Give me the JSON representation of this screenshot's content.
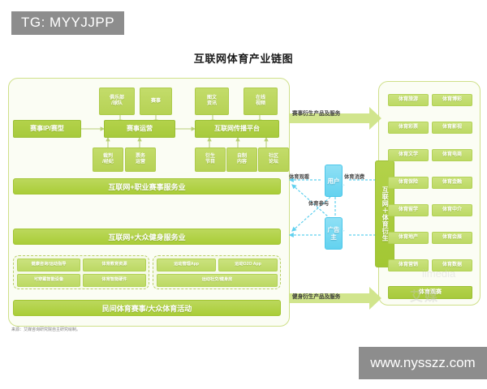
{
  "overlay": {
    "tg_badge": "TG: MYYJJPP",
    "url_badge": "www.nysszz.com",
    "ghost_watermark": "艾媒",
    "ghost_watermark2": "iimedia"
  },
  "title": "互联网体育产业链图",
  "source_note": "来源：艾媒咨询研究院自主研究绘制。",
  "colors": {
    "green_primary": "#a7ca3d",
    "green_light": "#c3dc6a",
    "green_banner": "#aacd38",
    "cyan": "#63d2ef",
    "panel_border": "#cfe08a",
    "badge_gray": "#8d8d8d"
  },
  "left_panel": {
    "top_row": [
      {
        "label": "俱乐部\n/球队"
      },
      {
        "label": "赛事"
      },
      {
        "label": "图文\n资讯"
      },
      {
        "label": "在线\n视频"
      }
    ],
    "mid_row": [
      {
        "label": "赛事IP/赛型"
      },
      {
        "label": "赛事运营"
      },
      {
        "label": "互联网传播平台"
      }
    ],
    "bottom_row": [
      {
        "label": "裁判\n/经纪"
      },
      {
        "label": "票务\n运营"
      },
      {
        "label": "衍生\n节目"
      },
      {
        "label": "自制\n内容"
      },
      {
        "label": "社区\n论坛"
      }
    ],
    "banner_pro": "互联网+职业赛事服务业",
    "banner_mass": "互联网+大众健身服务业",
    "fitness_left": [
      {
        "label": "健康咨询/运动指导"
      },
      {
        "label": "体育教育资源"
      },
      {
        "label": "可穿戴智能设备"
      },
      {
        "label": "体育智能硬件"
      }
    ],
    "fitness_right_top": [
      {
        "label": "运动管理App"
      },
      {
        "label": "运动O2O App"
      }
    ],
    "fitness_right_bottom": {
      "label": "运动社交/健身房"
    },
    "bottom_banner": "民间体育赛事/大众体育活动"
  },
  "center": {
    "user_node": "用户",
    "advertiser_node": "广告主",
    "label_watch": "体育观看",
    "label_consume": "体育消费",
    "label_participate": "体育参与"
  },
  "arrows": {
    "top_label": "赛事衍生产品及服务",
    "bottom_label": "健身衍生产品及服务"
  },
  "right_panel": {
    "spine_label": "互联网＋体育衍生",
    "grid": [
      [
        "体育旅游",
        "体育博彩"
      ],
      [
        "体育彩票",
        "体育影视"
      ],
      [
        "体育文学",
        "体育电商"
      ],
      [
        "体育保险",
        "体育金融"
      ],
      [
        "体育留学",
        "体育中介"
      ],
      [
        "体育地产",
        "体育会展"
      ],
      [
        "体育营销",
        "体育数据"
      ]
    ],
    "wide_item": "体育观赛"
  }
}
